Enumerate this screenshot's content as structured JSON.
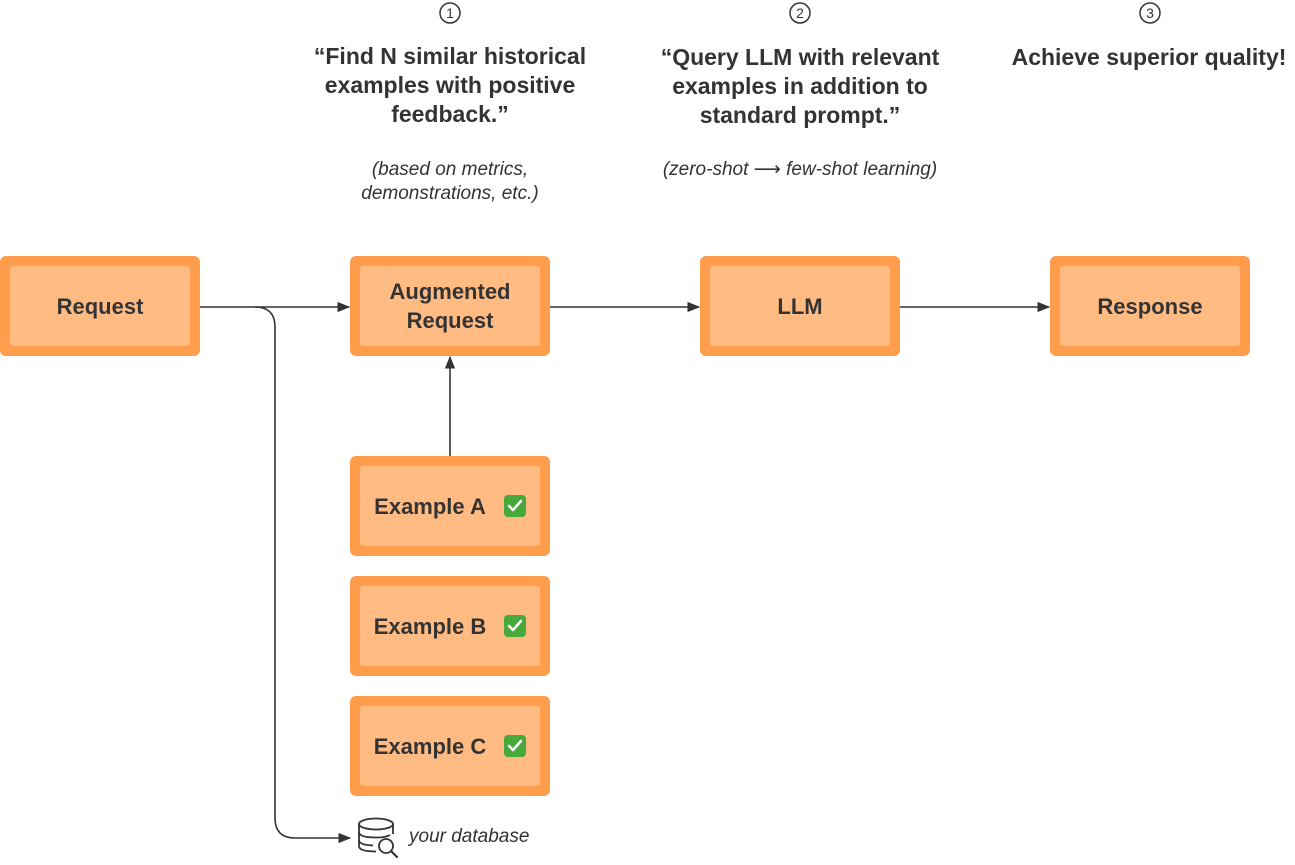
{
  "steps": [
    {
      "number": "1",
      "title": "“Find N similar historical examples with positive feedback.”",
      "note": "(based on metrics, demonstrations, etc.)"
    },
    {
      "number": "2",
      "title": "“Query LLM with relevant examples in addition to standard prompt.”",
      "note": "(zero-shot ⟶ few-shot learning)"
    },
    {
      "number": "3",
      "title": "Achieve superior quality!",
      "note": ""
    }
  ],
  "nodes": {
    "request": "Request",
    "augmented_request": "Augmented Request",
    "llm": "LLM",
    "response": "Response",
    "example_a": "Example A",
    "example_b": "Example B",
    "example_c": "Example C"
  },
  "database": {
    "label": "your database",
    "icon": "database-search-icon"
  },
  "colors": {
    "node_outer": "#ff9d4d",
    "node_inner": "#ffbb82",
    "check": "#46a93a",
    "line": "#333333"
  }
}
